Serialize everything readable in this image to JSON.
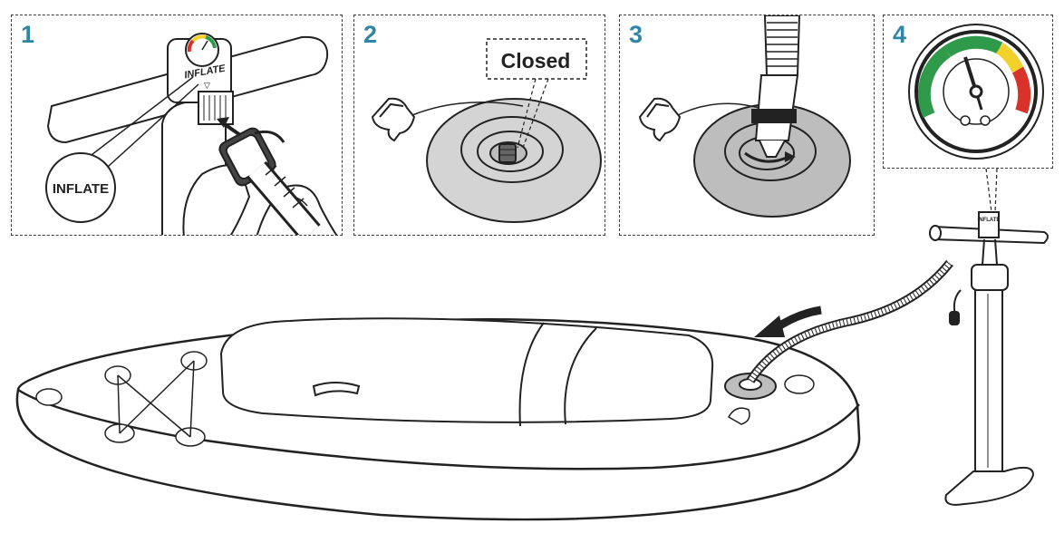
{
  "steps": [
    {
      "number": "1",
      "callout": "INFLATE",
      "valve_text": "INFLATE"
    },
    {
      "number": "2",
      "callout": "Closed"
    },
    {
      "number": "3"
    },
    {
      "number": "4"
    }
  ],
  "pump": {
    "handle_text": "INFLATE"
  },
  "colors": {
    "step_number": "#2f86a8",
    "line": "#222222",
    "gauge_green": "#2e9a4a",
    "gauge_yellow": "#f2d22a",
    "gauge_red": "#d8322a",
    "valve_gray": "#d4d4d4",
    "valve_dark_gray": "#bdbdbd"
  },
  "icons": [
    "pump-icon",
    "gauge-icon",
    "valve-icon",
    "valve-cap-icon",
    "hand-icon",
    "hose-icon",
    "paddle-board-icon",
    "direction-arrow-icon",
    "rotate-arrow-icon"
  ]
}
